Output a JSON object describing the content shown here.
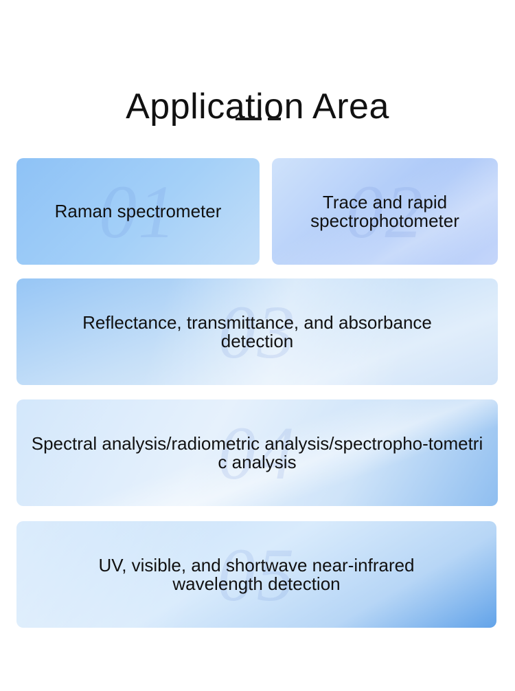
{
  "header": {
    "title": "Application Area"
  },
  "cards": [
    {
      "number": "01",
      "label": "Raman spectrometer"
    },
    {
      "number": "02",
      "label": "Trace and rapid spectrophotometer"
    },
    {
      "number": "03",
      "label": "Reflectance, transmittance, and absorbance detection"
    },
    {
      "number": "04",
      "label": "Spectral analysis/radiometric analysis/spectropho-tometric analysis"
    },
    {
      "number": "05",
      "label": "UV, visible, and shortwave near-infrared wavelength detection"
    }
  ],
  "colors": {
    "title": "#111111",
    "card_blue": "#8ec2f6",
    "card_light": "#e1eefb"
  }
}
